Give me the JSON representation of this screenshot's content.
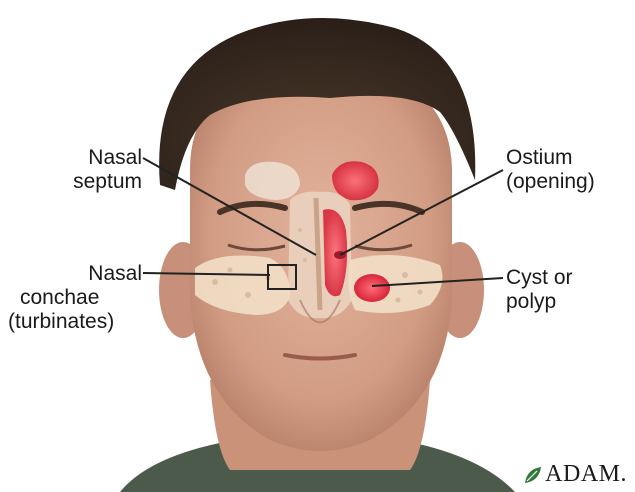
{
  "labels": {
    "nasal_septum_line1": "Nasal",
    "nasal_septum_line2": "septum",
    "nasal_conchae_line1": "Nasal",
    "nasal_conchae_line2": "conchae",
    "nasal_conchae_line3": "(turbinates)",
    "ostium_line1": "Ostium",
    "ostium_line2": "(opening)",
    "cyst_line1": "Cyst or",
    "cyst_line2": "polyp"
  },
  "brand": {
    "text": "ADAM."
  },
  "colors": {
    "skin": "#d9a58f",
    "hair": "#3b2c22",
    "sinus_bone": "#f1ddc6",
    "inflamed": "#e2354a",
    "leader_line": "#222222"
  }
}
